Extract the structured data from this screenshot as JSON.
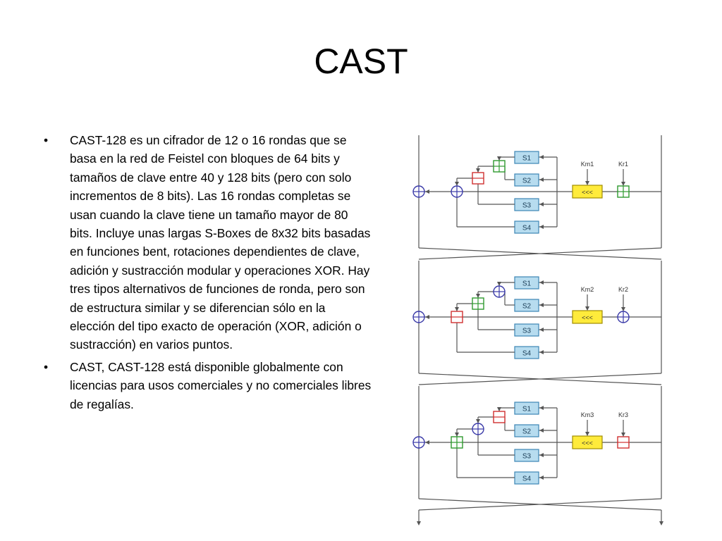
{
  "slide": {
    "title": "CAST",
    "bullets": [
      {
        "marker": "•",
        "text": "CAST-128 es un cifrador de 12 o 16 rondas que se basa en la red de Feistel con bloques de 64 bits y tamaños de clave entre 40 y 128 bits (pero con solo incrementos de 8 bits). Las 16 rondas completas se usan cuando la clave tiene un tamaño mayor de 80 bits. Incluye unas largas S-Boxes de 8x32 bits basadas en funciones bent, rotaciones dependientes de clave, adición y sustracción modular y operaciones XOR. Hay tres tipos alternativos de funciones de ronda, pero son de estructura similar y se diferencian sólo en la elección del tipo exacto de operación (XOR, adición o sustracción) en varios puntos."
      },
      {
        "marker": "•",
        "text": "CAST, CAST-128 está disponible globalmente con licencias para usos comerciales y no comerciales libres de regalías."
      }
    ]
  },
  "diagram": {
    "sbox_labels": [
      "S1",
      "S2",
      "S3",
      "S4"
    ],
    "rotate_label": "<<<",
    "rounds": [
      {
        "km": "Km1",
        "kr": "Kr1"
      },
      {
        "km": "Km2",
        "kr": "Kr2"
      },
      {
        "km": "Km3",
        "kr": "Kr3"
      }
    ],
    "colors": {
      "line": "#555555",
      "sbox_fill": "#b7dcef",
      "sbox_stroke": "#3c86b4",
      "rotate_fill": "#ffeb3b",
      "rotate_stroke": "#a08c00",
      "xor": "#3a3aa8",
      "add": "#2f9a2f",
      "sub": "#d03030"
    }
  }
}
